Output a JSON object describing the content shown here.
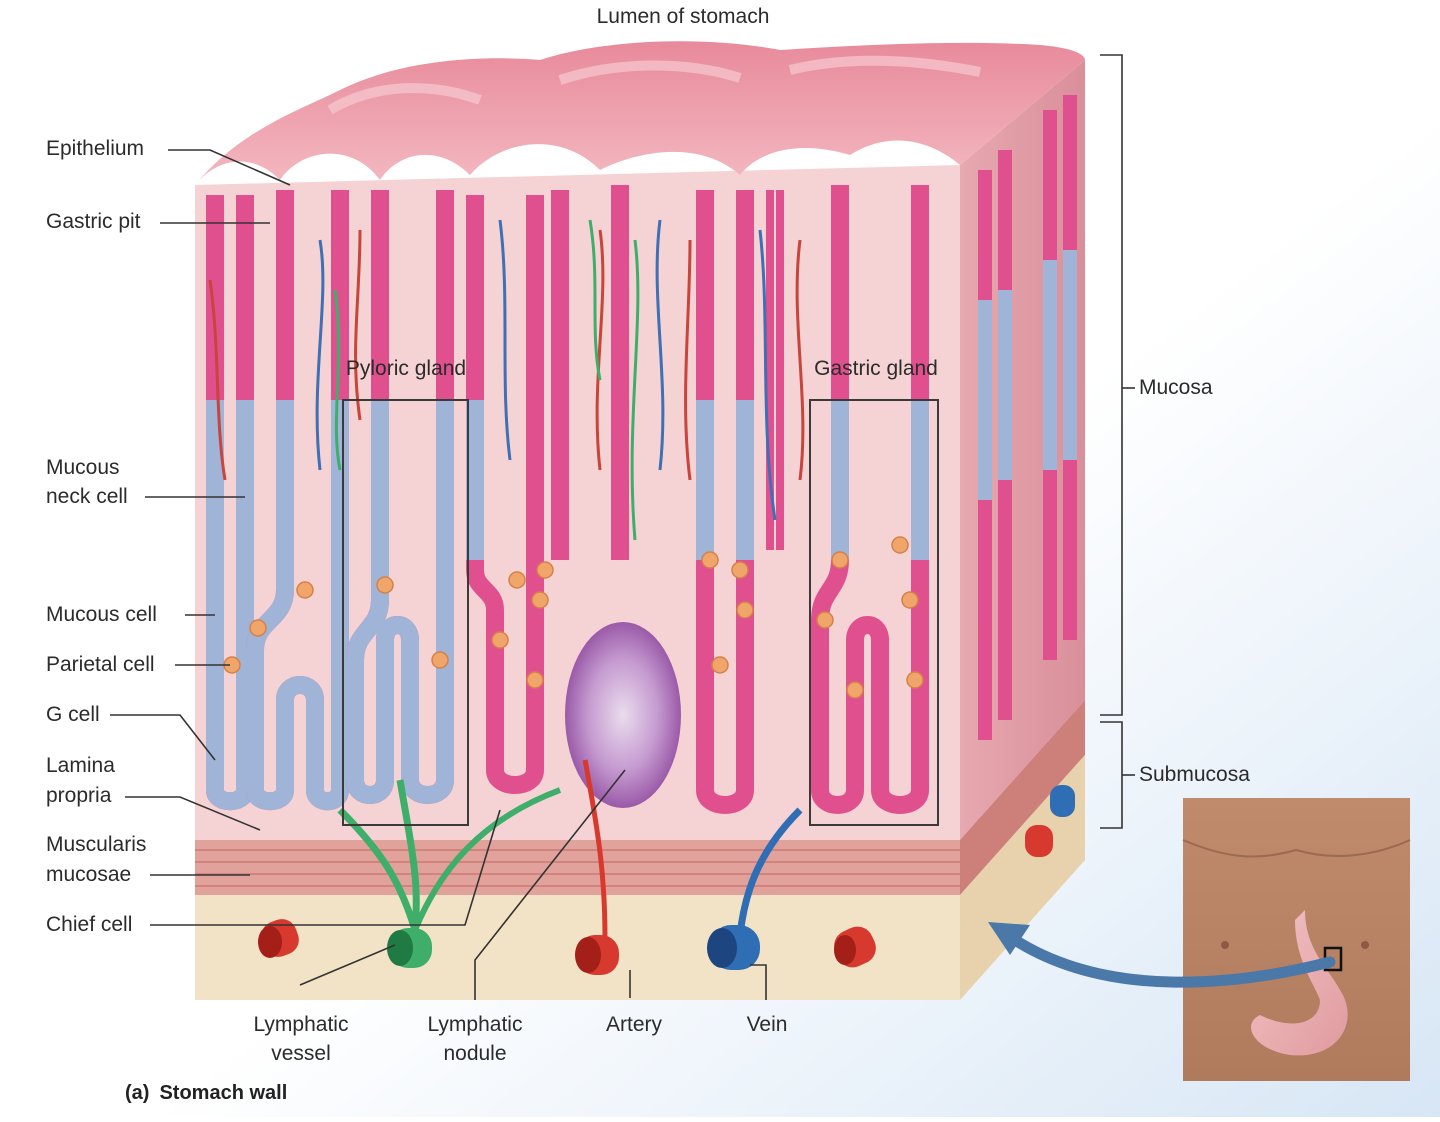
{
  "top_label": "Lumen of stomach",
  "left_labels": {
    "epithelium": "Epithelium",
    "gastric_pit": "Gastric pit",
    "mucous_neck_cell_1": "Mucous",
    "mucous_neck_cell_2": "neck cell",
    "mucous_cell": "Mucous cell",
    "parietal_cell": "Parietal cell",
    "g_cell": "G cell",
    "lamina_propria_1": "Lamina",
    "lamina_propria_2": "propria",
    "muscularis_mucosae_1": "Muscularis",
    "muscularis_mucosae_2": "mucosae",
    "chief_cell": "Chief cell"
  },
  "inner_labels": {
    "pyloric_gland": "Pyloric gland",
    "gastric_gland": "Gastric gland"
  },
  "right_labels": {
    "mucosa": "Mucosa",
    "submucosa": "Submucosa"
  },
  "bottom_labels": {
    "lymphatic_vessel_1": "Lymphatic",
    "lymphatic_vessel_2": "vessel",
    "lymphatic_nodule_1": "Lymphatic",
    "lymphatic_nodule_2": "nodule",
    "artery": "Artery",
    "vein": "Vein"
  },
  "caption": {
    "tag": "(a)",
    "title": "Stomach wall"
  },
  "colors": {
    "mucosa_pink": "#f2c3c8",
    "surface_pink": "#e59aa5",
    "epithelium_magenta": "#e0508f",
    "mucous_cell_blue": "#9fb4d6",
    "parietal_orange": "#f0a56a",
    "muscularis": "#d98a86",
    "submucosa": "#f3e3c6",
    "lymphatic_green": "#3fae6a",
    "artery_red": "#d7392f",
    "vein_blue": "#2f6db5",
    "nodule_purple": "#b67fbf",
    "skin": "#c89478",
    "arrow_blue": "#4a78a8"
  }
}
